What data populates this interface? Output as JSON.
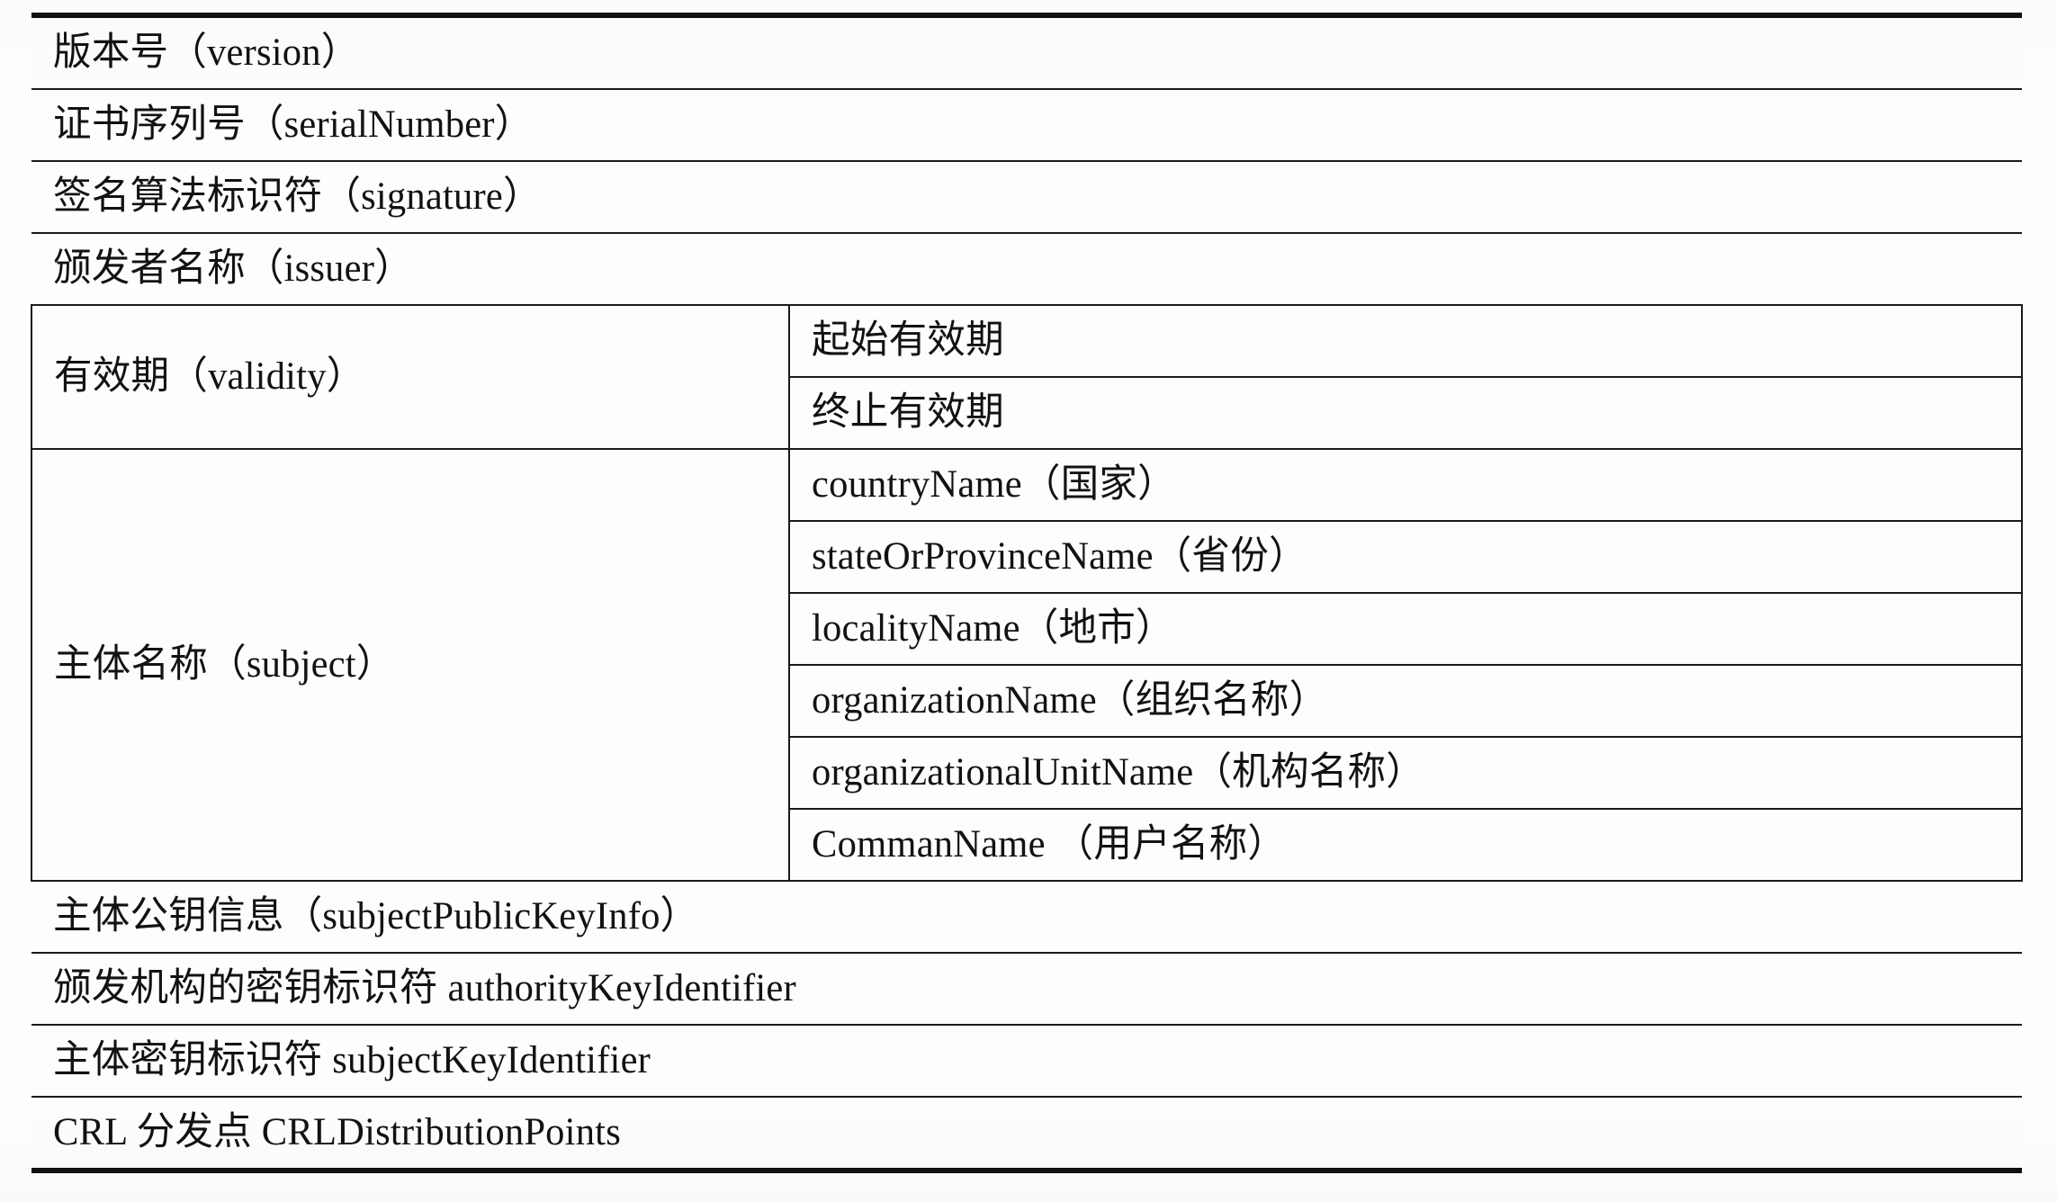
{
  "table": {
    "rows": [
      {
        "type": "full",
        "label": "版本号（version）"
      },
      {
        "type": "full",
        "label": "证书序列号（serialNumber）"
      },
      {
        "type": "full",
        "label": "签名算法标识符（signature）"
      },
      {
        "type": "full",
        "label": "颁发者名称（issuer）"
      },
      {
        "type": "group",
        "label": "有效期（validity）",
        "children": [
          "起始有效期",
          "终止有效期"
        ]
      },
      {
        "type": "group",
        "label": "主体名称（subject）",
        "children": [
          "countryName（国家）",
          "stateOrProvinceName（省份）",
          "localityName（地市）",
          "organizationName（组织名称）",
          "organizationalUnitName（机构名称）",
          "CommanName （用户名称）"
        ]
      },
      {
        "type": "full",
        "label": "主体公钥信息（subjectPublicKeyInfo）"
      },
      {
        "type": "full",
        "label": "颁发机构的密钥标识符 authorityKeyIdentifier"
      },
      {
        "type": "full",
        "label": "主体密钥标识符 subjectKeyIdentifier"
      },
      {
        "type": "full",
        "label": "CRL 分发点 CRLDistributionPoints"
      }
    ]
  },
  "colors": {
    "rule": "#1a1a1a",
    "text": "#121212",
    "page": "#fefefe"
  }
}
